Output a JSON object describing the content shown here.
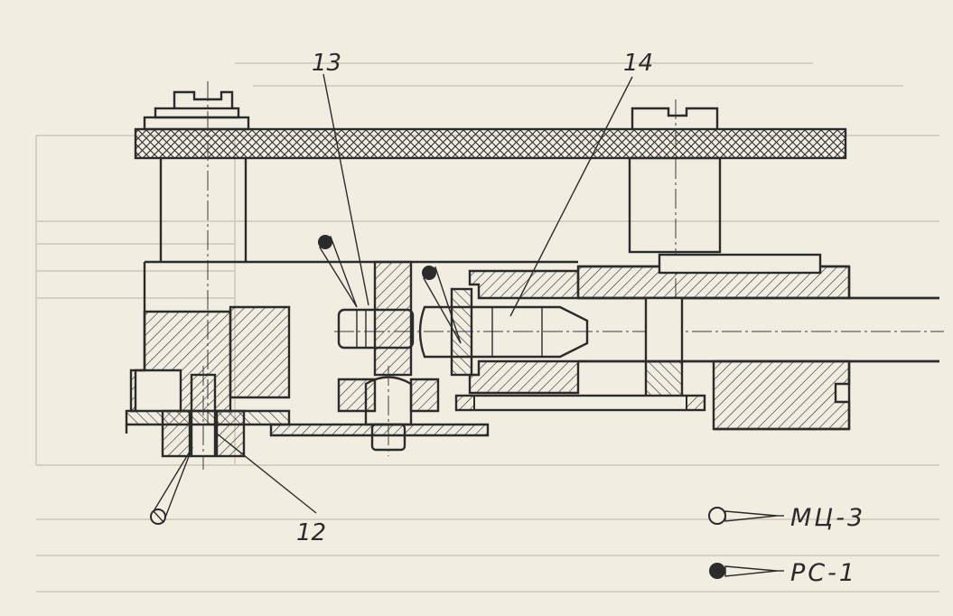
{
  "callouts": {
    "part_13": "13",
    "part_14": "14",
    "part_12": "12"
  },
  "legend": [
    {
      "symbol": "open-circle-icon",
      "label": "МЦ-3"
    },
    {
      "symbol": "filled-circle-icon",
      "label": "РС-1"
    }
  ],
  "colors": {
    "background": "#f1ede1",
    "ink": "#2b2b2b",
    "bleed_through": "#d7d0c2"
  }
}
